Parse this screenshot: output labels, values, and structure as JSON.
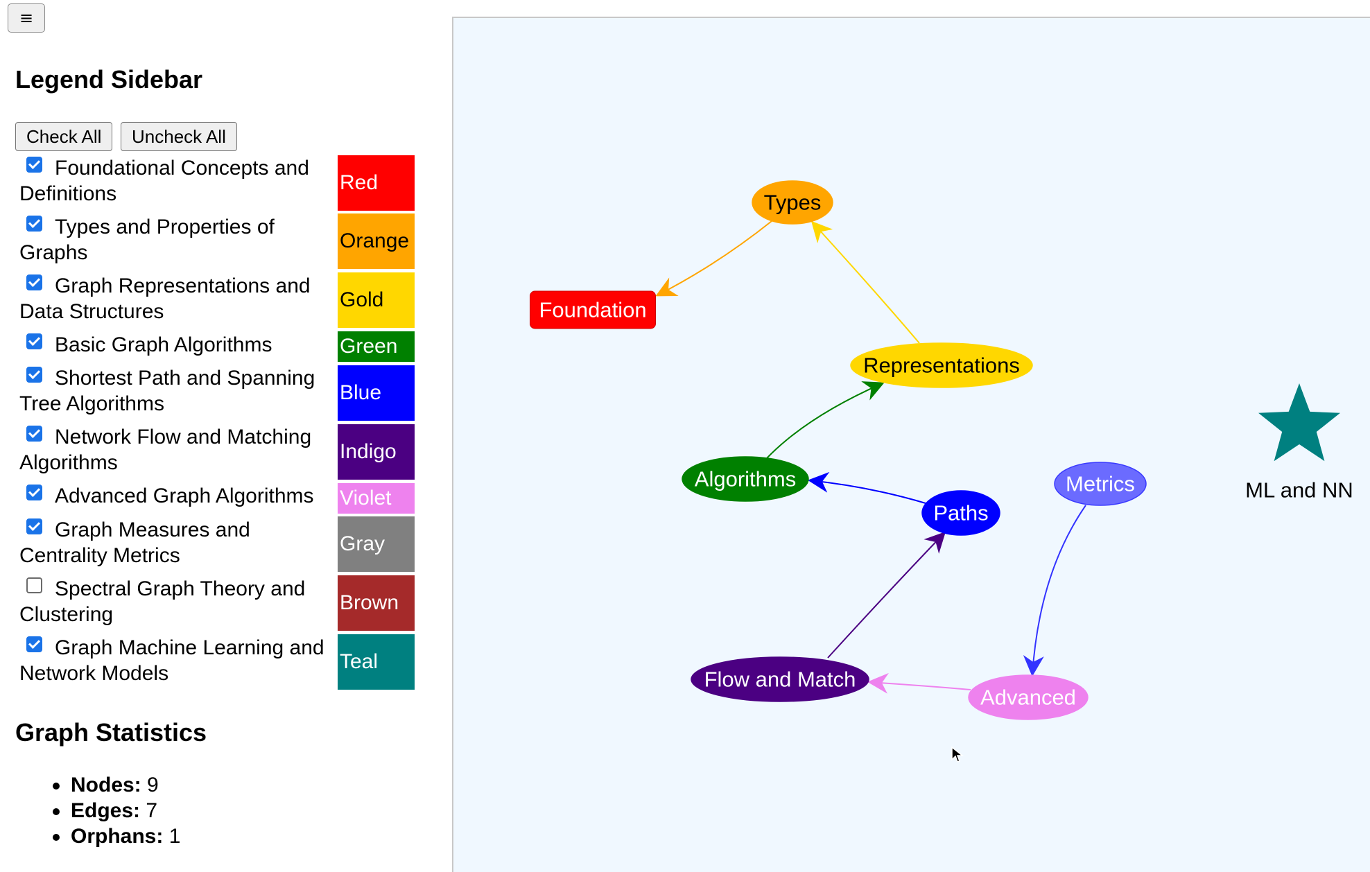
{
  "menu_button": {
    "label": "≡"
  },
  "sidebar": {
    "title": "Legend Sidebar",
    "check_all_label": "Check All",
    "uncheck_all_label": "Uncheck All",
    "legend": [
      {
        "label": "Foundational Concepts and Definitions",
        "checked": true,
        "color_name": "Red",
        "color": "#ff0000",
        "text_color": "#ffffff"
      },
      {
        "label": "Types and Properties of Graphs",
        "checked": true,
        "color_name": "Orange",
        "color": "#ffa500",
        "text_color": "#000000"
      },
      {
        "label": "Graph Representations and Data Structures",
        "checked": true,
        "color_name": "Gold",
        "color": "#ffd700",
        "text_color": "#000000"
      },
      {
        "label": "Basic Graph Algorithms",
        "checked": true,
        "color_name": "Green",
        "color": "#008000",
        "text_color": "#ffffff"
      },
      {
        "label": "Shortest Path and Spanning Tree Algorithms",
        "checked": true,
        "color_name": "Blue",
        "color": "#0000ff",
        "text_color": "#ffffff"
      },
      {
        "label": "Network Flow and Matching Algorithms",
        "checked": true,
        "color_name": "Indigo",
        "color": "#4b0082",
        "text_color": "#ffffff"
      },
      {
        "label": "Advanced Graph Algorithms",
        "checked": true,
        "color_name": "Violet",
        "color": "#ee82ee",
        "text_color": "#ffffff"
      },
      {
        "label": "Graph Measures and Centrality Metrics",
        "checked": true,
        "color_name": "Gray",
        "color": "#808080",
        "text_color": "#ffffff"
      },
      {
        "label": "Spectral Graph Theory and Clustering",
        "checked": false,
        "color_name": "Brown",
        "color": "#a52a2a",
        "text_color": "#ffffff"
      },
      {
        "label": "Graph Machine Learning and Network Models",
        "checked": true,
        "color_name": "Teal",
        "color": "#008080",
        "text_color": "#ffffff"
      }
    ]
  },
  "stats": {
    "title": "Graph Statistics",
    "items": [
      {
        "label": "Nodes:",
        "value": "9"
      },
      {
        "label": "Edges:",
        "value": "7"
      },
      {
        "label": "Orphans:",
        "value": "1"
      }
    ]
  },
  "graph": {
    "nodes": [
      {
        "id": "types",
        "label": "Types",
        "shape": "ellipse",
        "color": "#ffa500",
        "text_color": "#000000"
      },
      {
        "id": "foundation",
        "label": "Foundation",
        "shape": "box",
        "color": "#ff0000",
        "text_color": "#ffffff"
      },
      {
        "id": "representations",
        "label": "Representations",
        "shape": "ellipse",
        "color": "#ffd700",
        "text_color": "#000000"
      },
      {
        "id": "algorithms",
        "label": "Algorithms",
        "shape": "ellipse",
        "color": "#008000",
        "text_color": "#ffffff"
      },
      {
        "id": "paths",
        "label": "Paths",
        "shape": "ellipse",
        "color": "#0000ff",
        "text_color": "#ffffff"
      },
      {
        "id": "metrics",
        "label": "Metrics",
        "shape": "ellipse",
        "color": "#6b6bff",
        "text_color": "#ffffff"
      },
      {
        "id": "mlnn",
        "label": "ML and NN",
        "shape": "star",
        "color": "#008080",
        "text_color": "#000000"
      },
      {
        "id": "flow",
        "label": "Flow and Match",
        "shape": "ellipse",
        "color": "#4b0082",
        "text_color": "#ffffff"
      },
      {
        "id": "advanced",
        "label": "Advanced",
        "shape": "ellipse",
        "color": "#ee82ee",
        "text_color": "#ffffff"
      }
    ],
    "edges": [
      {
        "from": "types",
        "to": "foundation",
        "color": "#ffa500"
      },
      {
        "from": "representations",
        "to": "types",
        "color": "#ffd700"
      },
      {
        "from": "algorithms",
        "to": "representations",
        "color": "#008000"
      },
      {
        "from": "paths",
        "to": "algorithms",
        "color": "#0000ff"
      },
      {
        "from": "flow",
        "to": "paths",
        "color": "#4b0082"
      },
      {
        "from": "advanced",
        "to": "flow",
        "color": "#ee82ee"
      },
      {
        "from": "metrics",
        "to": "advanced",
        "color": "#3333ff"
      }
    ]
  }
}
